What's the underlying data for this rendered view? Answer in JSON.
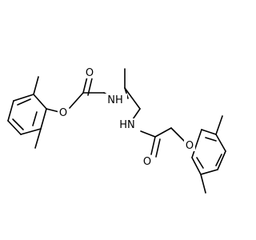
{
  "structure": {
    "atoms": {
      "o_carbonyl_left": "O",
      "nh_left": "NH",
      "o_ether_left": "O",
      "nh_right": "HN",
      "o_carbonyl_right": "O",
      "o_ether_right": "O"
    },
    "colors": {
      "bond": "#000000",
      "background": "#ffffff"
    }
  }
}
